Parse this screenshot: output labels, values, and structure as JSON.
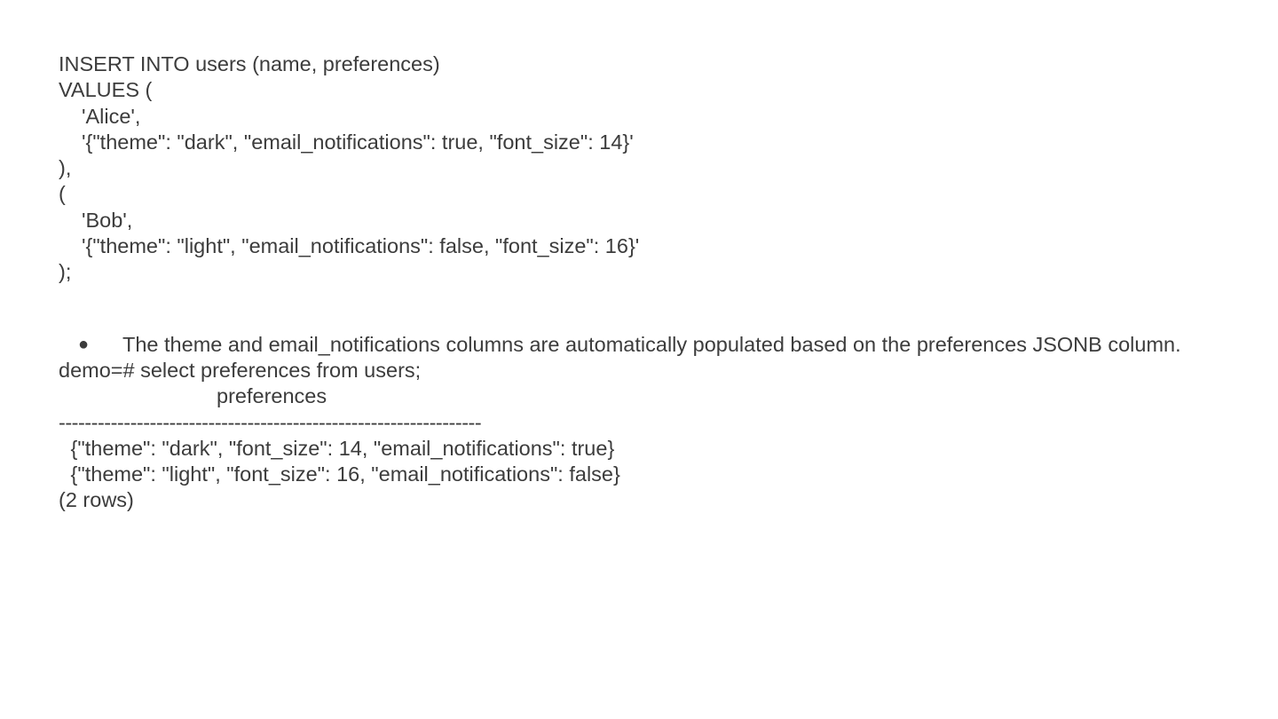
{
  "sql": {
    "insert_line": "INSERT INTO users (name, preferences)",
    "values_line": "VALUES (",
    "row1_name": "'Alice',",
    "row1_json": "'{\"theme\": \"dark\", \"email_notifications\": true, \"font_size\": 14}'",
    "row1_close": "),",
    "row2_open": "(",
    "row2_name": "'Bob',",
    "row2_json": "'{\"theme\": \"light\", \"email_notifications\": false, \"font_size\": 16}'",
    "end_line": ");"
  },
  "bullet": {
    "symbol": "●",
    "text": "The theme and email_notifications columns are automatically populated based on the preferences JSONB column."
  },
  "psql": {
    "command": "demo=# select preferences from users;",
    "column_header": "preferences",
    "separator": "-------------------------------------------------------------------------",
    "rows": [
      " {\"theme\": \"dark\", \"font_size\": 14, \"email_notifications\": true}",
      " {\"theme\": \"light\", \"font_size\": 16, \"email_notifications\": false}"
    ],
    "row_count": "(2 rows)"
  }
}
